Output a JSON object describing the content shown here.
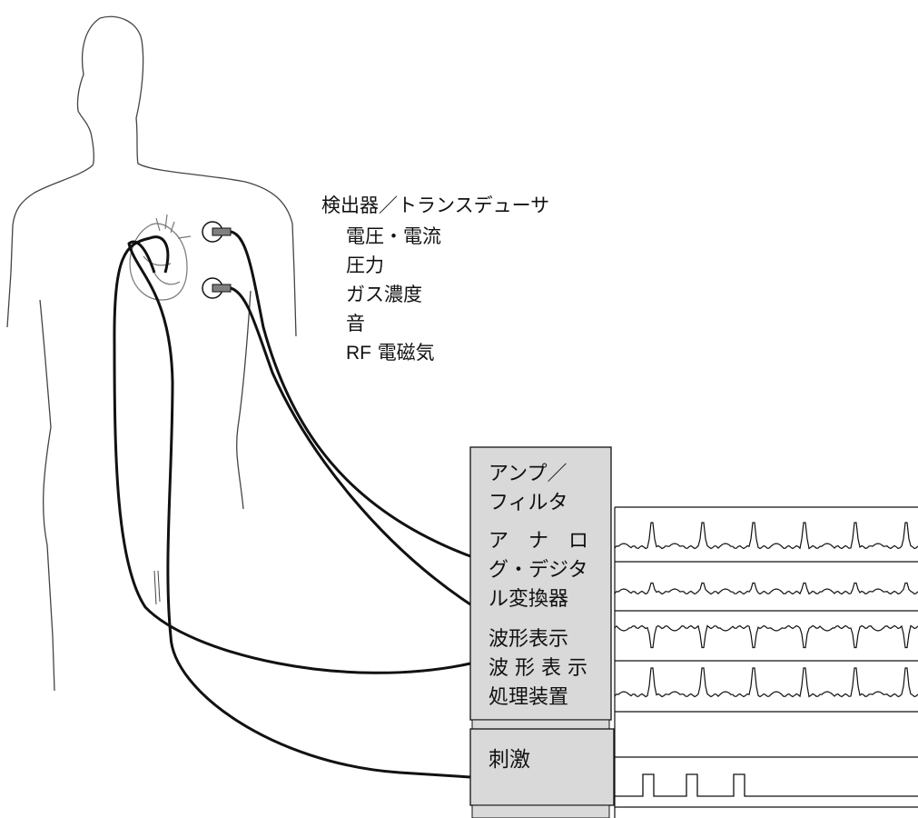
{
  "detector": {
    "title": "検出器／トランスデューサ",
    "items": [
      "電圧・電流",
      "圧力",
      "ガス濃度",
      "音"
    ],
    "rf_prefix": "RF",
    "rf_rest": "電磁気"
  },
  "processor": {
    "amp_line1": "アンプ／",
    "amp_line2": "フィルタ",
    "adc_line1": "ア　ナ　ロ",
    "adc_line2": "グ・デジタ",
    "adc_line3": "ル変換器",
    "wave_line1": "波形表示",
    "wave_line2": "波 形 表 示",
    "wave_line3": "処理装置"
  },
  "stimulus": {
    "label": "刺激"
  },
  "colors": {
    "box_fill": "#d9d9d9",
    "electrode_fill": "#808080",
    "line": "#111111"
  },
  "icons": [
    "human-body-icon",
    "heart-icon",
    "electrode-icon"
  ]
}
